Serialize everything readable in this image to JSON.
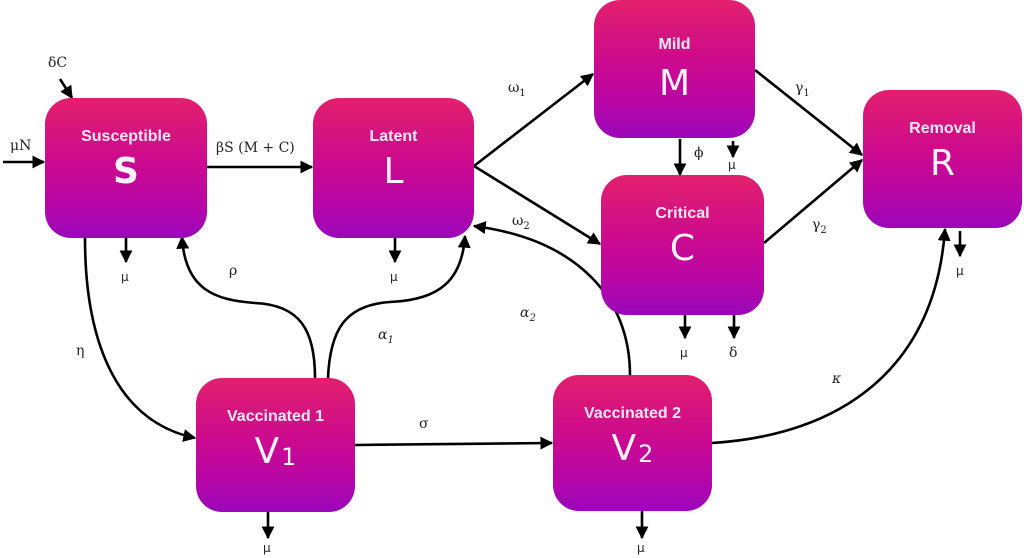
{
  "compartments": {
    "susceptible": {
      "title": "Susceptible",
      "symbol": "S"
    },
    "latent": {
      "title": "Latent",
      "symbol": "L"
    },
    "mild": {
      "title": "Mild",
      "symbol": "M"
    },
    "critical": {
      "title": "Critical",
      "symbol": "C"
    },
    "removal": {
      "title": "Removal",
      "symbol": "R"
    },
    "vaccinated1": {
      "title": "Vaccinated 1",
      "symbol": "V",
      "subscript": "1"
    },
    "vaccinated2": {
      "title": "Vaccinated 2",
      "symbol": "V",
      "subscript": "2"
    }
  },
  "rates": {
    "inflow_recruit": "μN",
    "inflow_delta_c": "δC",
    "infection": "βS (M + C)",
    "omega1": {
      "sym": "ω",
      "sub": "1"
    },
    "omega2": {
      "sym": "ω",
      "sub": "2"
    },
    "gamma1": {
      "sym": "γ",
      "sub": "1"
    },
    "gamma2": {
      "sym": "γ",
      "sub": "2"
    },
    "phi": "ϕ",
    "rho": "ρ",
    "eta": "η",
    "alpha1": {
      "sym": "α",
      "sub": "1"
    },
    "alpha2": {
      "sym": "α",
      "sub": "2"
    },
    "sigma": "σ",
    "kappa": "κ",
    "delta": "δ",
    "mu": "μ"
  },
  "colors": {
    "box_top": "#e3206c",
    "box_bottom": "#9a06ba",
    "arrow": "#000000"
  }
}
